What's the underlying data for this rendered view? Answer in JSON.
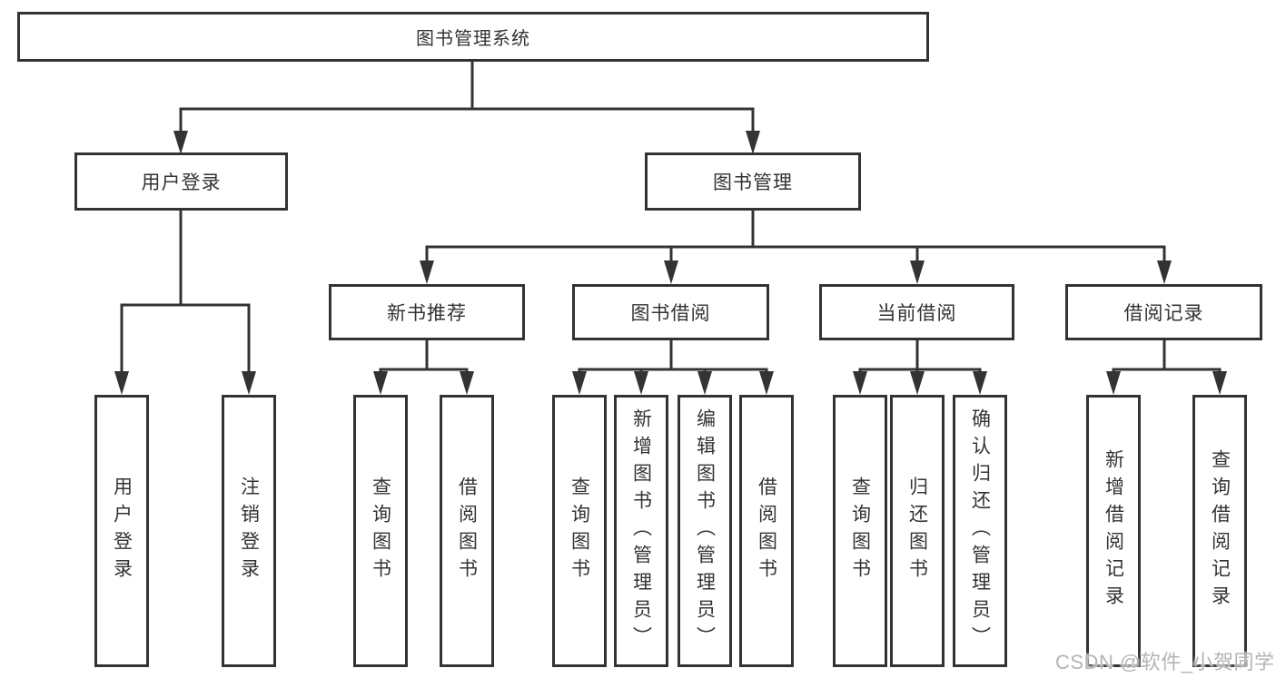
{
  "tree": {
    "root": {
      "label": "图书管理系统",
      "children": [
        {
          "label": "用户登录",
          "children": [
            {
              "label": "用户登录"
            },
            {
              "label": "注销登录"
            }
          ]
        },
        {
          "label": "图书管理",
          "children": [
            {
              "label": "新书推荐",
              "children": [
                {
                  "label": "查询图书"
                },
                {
                  "label": "借阅图书"
                }
              ]
            },
            {
              "label": "图书借阅",
              "children": [
                {
                  "label": "查询图书"
                },
                {
                  "label": "新增图书（管理员）"
                },
                {
                  "label": "编辑图书（管理员）"
                },
                {
                  "label": "借阅图书"
                }
              ]
            },
            {
              "label": "当前借阅",
              "children": [
                {
                  "label": "查询图书"
                },
                {
                  "label": "归还图书"
                },
                {
                  "label": "确认归还（管理员）"
                }
              ]
            },
            {
              "label": "借阅记录",
              "children": [
                {
                  "label": "新增借阅记录"
                },
                {
                  "label": "查询借阅记录"
                }
              ]
            }
          ]
        }
      ]
    }
  },
  "watermark": {
    "text": "CSDN @软件_小贺同学"
  },
  "colors": {
    "line": "#333333",
    "box_border": "#333333",
    "text": "#333333",
    "background": "#ffffff",
    "watermark": "#b4b4b4"
  }
}
